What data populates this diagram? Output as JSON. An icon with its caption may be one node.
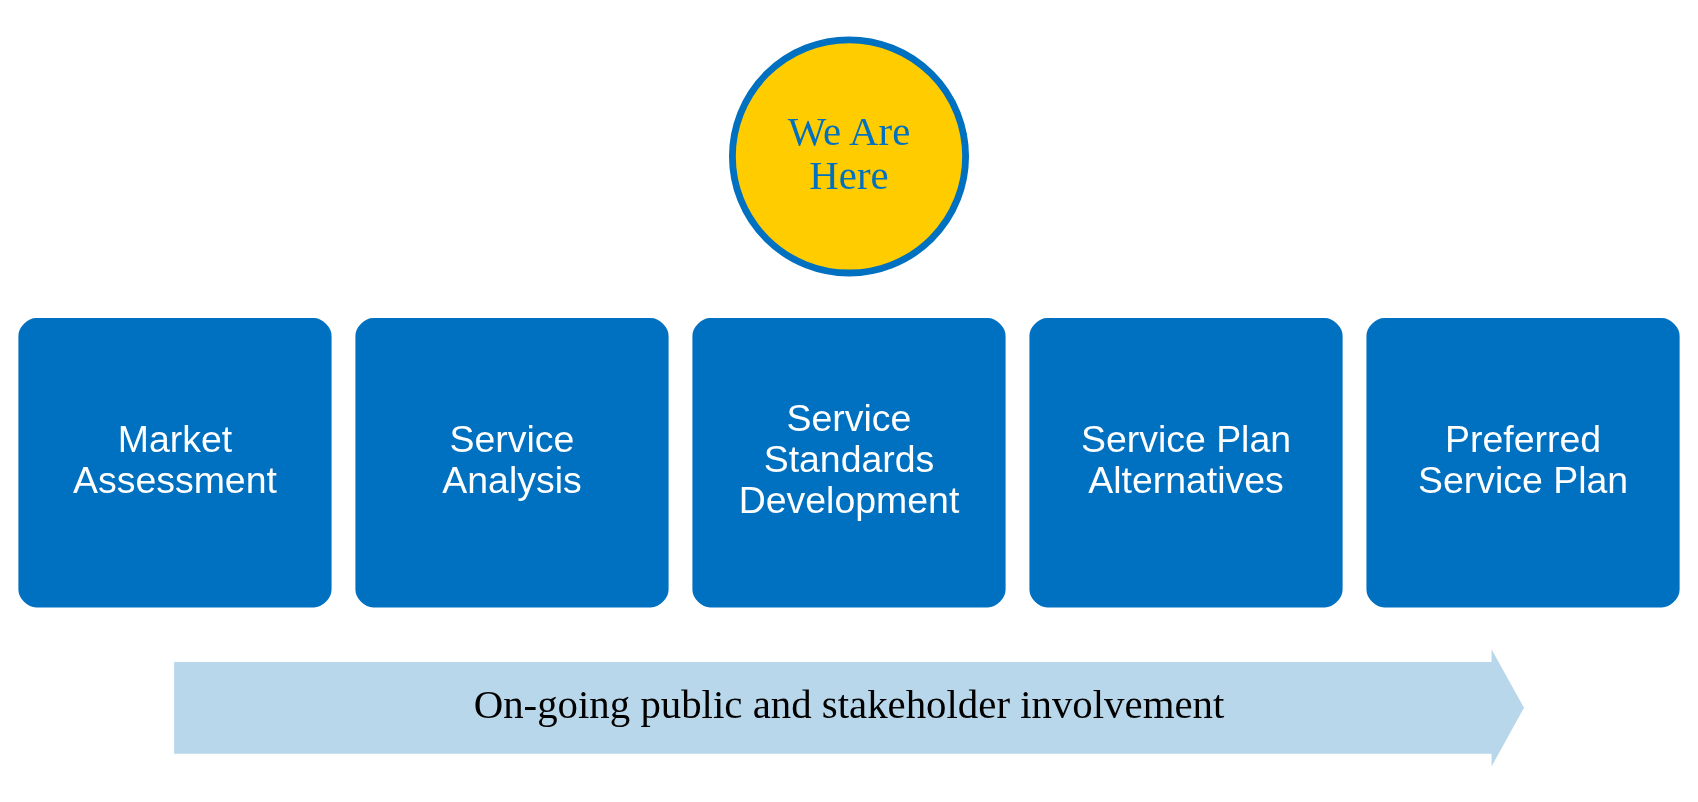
{
  "diagram": {
    "nodes": [
      {
        "text": [
          "Market Assessment"
        ]
      },
      {
        "text": [
          "Service Analysis"
        ]
      },
      {
        "text": [
          "Service Standards Development"
        ]
      },
      {
        "text": [
          "Service Plan Alternatives"
        ]
      },
      {
        "text": [
          "Preferred Service Plan"
        ]
      },
      {
        "text": [
          "We Are Here"
        ]
      },
      {
        "text": [
          "On-going public and stakeholder involvement"
        ]
      }
    ]
  }
}
